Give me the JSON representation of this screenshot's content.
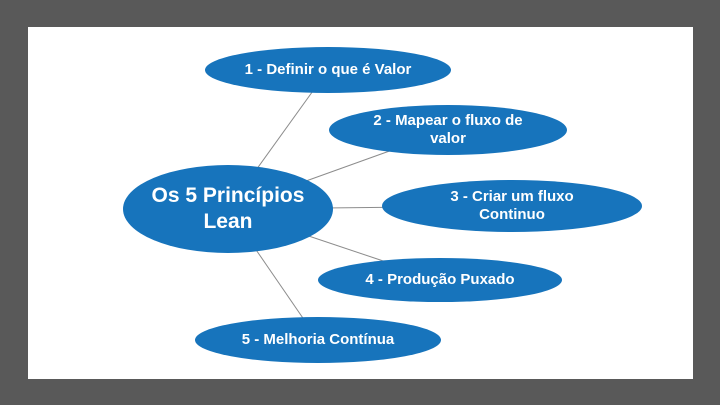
{
  "colors": {
    "frame": "#595959",
    "slide_background": "#ffffff",
    "node_fill": "#1774BC",
    "node_text": "#ffffff",
    "connector": "#8C8C8C"
  },
  "diagram": {
    "type": "mind-map",
    "center_node": {
      "label": "Os 5 Princípios\nLean"
    },
    "nodes": [
      {
        "label": "1 - Definir o que é Valor"
      },
      {
        "label": "2 - Mapear o fluxo de\nvalor"
      },
      {
        "label": "3 - Criar um fluxo\nContinuo"
      },
      {
        "label": "4 - Produção Puxado"
      },
      {
        "label": "5  - Melhoria Contínua"
      }
    ]
  }
}
